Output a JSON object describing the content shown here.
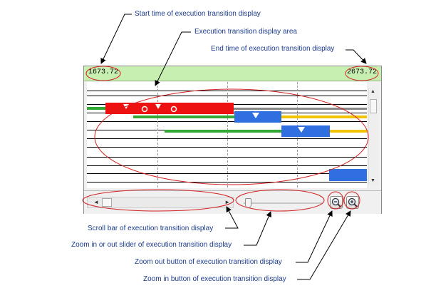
{
  "callouts": {
    "start_time": "Start time of execution transition display",
    "display_area": "Execution transition display area",
    "end_time": "End time of execution transition display",
    "scroll_bar": "Scroll bar of execution transition display",
    "zoom_slider": "Zoom in or out slider of execution transition display",
    "zoom_out": "Zoom out button of execution transition display",
    "zoom_in": "Zoom in button of execution transition display"
  },
  "header": {
    "start_time": "1673.72",
    "end_time": "2673.72"
  },
  "colors": {
    "header_bg": "#c8efb2",
    "red_task": "#ee1111",
    "blue_task": "#2f6fe0",
    "green_ready": "#33a833",
    "yellow_ready": "#f2c400",
    "gray_idle": "#888888",
    "callout_line": "#d42020",
    "callout_text": "#1a3b8c"
  },
  "icons": {
    "scroll_left": "left-arrow-icon",
    "scroll_right": "right-arrow-icon",
    "scroll_up": "up-arrow-icon",
    "scroll_down": "down-arrow-icon",
    "zoom_out": "magnifier-minus-icon",
    "zoom_in": "magnifier-plus-icon",
    "event_marker": "down-triangle-icon",
    "call_marker": "circle-marker-icon"
  }
}
